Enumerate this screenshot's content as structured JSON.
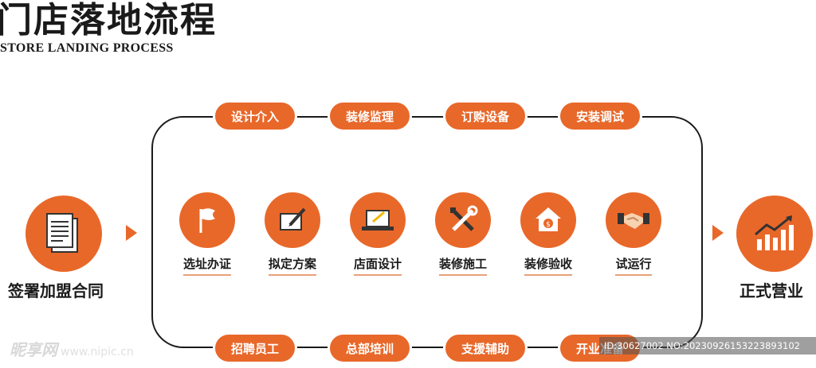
{
  "header": {
    "title": "门店落地流程",
    "subtitle": "STORE LANDING PROCESS"
  },
  "start": {
    "label": "签署加盟合同",
    "icon": "document-icon"
  },
  "end": {
    "label": "正式营业",
    "icon": "growth-chart-icon"
  },
  "top_pills": [
    "设计介入",
    "装修监理",
    "订购设备",
    "安装调试"
  ],
  "bottom_pills": [
    "招聘员工",
    "总部培训",
    "支援辅助",
    "开业准备"
  ],
  "steps": [
    {
      "label": "选址办证",
      "icon": "flag-icon"
    },
    {
      "label": "拟定方案",
      "icon": "pen-paper-icon"
    },
    {
      "label": "店面设计",
      "icon": "laptop-icon"
    },
    {
      "label": "装修施工",
      "icon": "tools-icon"
    },
    {
      "label": "装修验收",
      "icon": "house-money-icon"
    },
    {
      "label": "试运行",
      "icon": "handshake-icon"
    }
  ],
  "watermark": {
    "brand": "昵享网",
    "url": "www.nipic.cn"
  },
  "image_id": "ID:30627002 NO:20230926153223893102",
  "colors": {
    "accent": "#e8682a",
    "text": "#1a1a1a"
  }
}
